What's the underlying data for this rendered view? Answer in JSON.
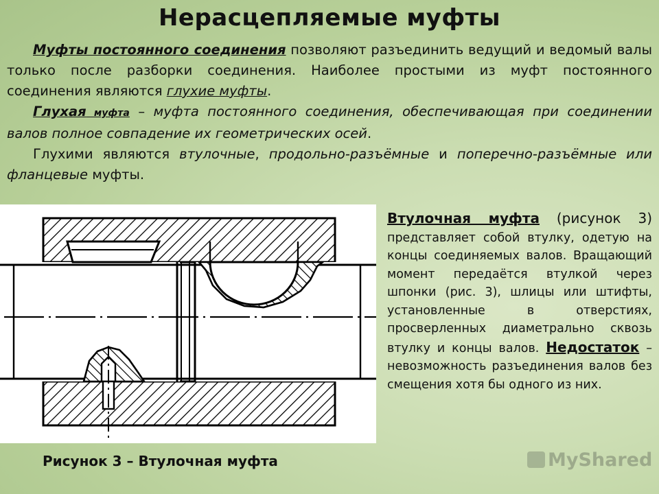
{
  "title": "Нерасцепляемые муфты",
  "intro": {
    "p1": {
      "term": "Муфты постоянного соединения",
      "text1": " позволяют разъединить ведущий и ведомый валы только после разборки соединения. Наиболее простыми из муфт постоянного соединения являются ",
      "link": "глухие муфты",
      "end": "."
    },
    "p2": {
      "term": "Глухая",
      "term2": " муфта",
      "dash": " – ",
      "definition": "муфта постоянного соединения, обеспечивающая при соединении валов полное совпадение их геометрических осей",
      "end": "."
    },
    "p3": {
      "start": "Глухими являются ",
      "t1": "втулочные",
      "s1": ", ",
      "t2": "продольно-разъёмные",
      "s2": " и ",
      "t3": "поперечно-разъёмные или фланцевые",
      "end": " муфты."
    }
  },
  "figure": {
    "caption": "Рисунок 3 – Втулочная муфта",
    "colors": {
      "stroke": "#000000",
      "background": "#ffffff"
    }
  },
  "side": {
    "head": "Втулочная муфта",
    "paren": " (рисунок 3) ",
    "body": "представляет собой втулку, одетую на концы соединяемых валов. Вращающий момент передаётся втулкой через шпонки (рис. 3), шлицы или штифты, установленные в отверстиях, просверленных диаметрально сквозь втулку и концы валов. ",
    "head2": "Недостаток",
    "body2": " – невозможность разъединения валов без смещения хотя бы одного из них."
  },
  "watermark": "MyShared"
}
